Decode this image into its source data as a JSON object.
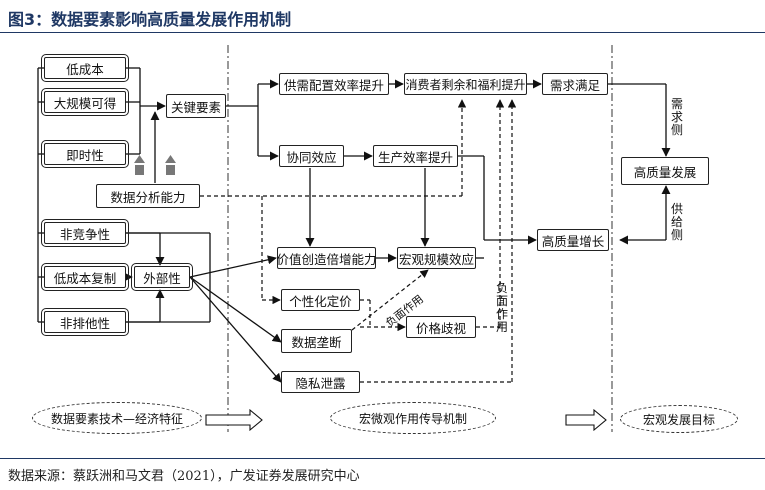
{
  "figure": {
    "title": "图3：数据要素影响高质量发展作用机制",
    "source": "数据来源：蔡跃洲和马文君（2021），广发证券发展研究中心"
  },
  "nodes": {
    "low_cost": "低成本",
    "large_scale": "大规模可得",
    "instant": "即时性",
    "key_factor": "关键要素",
    "data_analysis": "数据分析能力",
    "non_rival": "非竞争性",
    "low_cost_copy": "低成本复制",
    "non_exclusive": "非排他性",
    "externality": "外部性",
    "supply_demand": "供需配置效率提升",
    "consumer_surplus": "消费者剩余和福利提升",
    "demand_met": "需求满足",
    "synergy": "协同效应",
    "production_eff": "生产效率提升",
    "high_quality_dev": "高质量发展",
    "value_creation": "价值创造倍增能力",
    "macro_scale": "宏观规模效应",
    "high_quality_growth": "高质量增长",
    "personalized_pricing": "个性化定价",
    "data_monopoly": "数据垄断",
    "price_discrimination": "价格歧视",
    "privacy_leak": "隐私泄露"
  },
  "edge_labels": {
    "demand_side": "需求侧",
    "supply_side": "供给侧",
    "negative_effect_1": "负面作用",
    "negative_effect_2": "负面作用"
  },
  "sections": {
    "tech_econ": "数据要素技术—经济特征",
    "macro_micro": "宏微观作用传导机制",
    "macro_goal": "宏观发展目标"
  }
}
